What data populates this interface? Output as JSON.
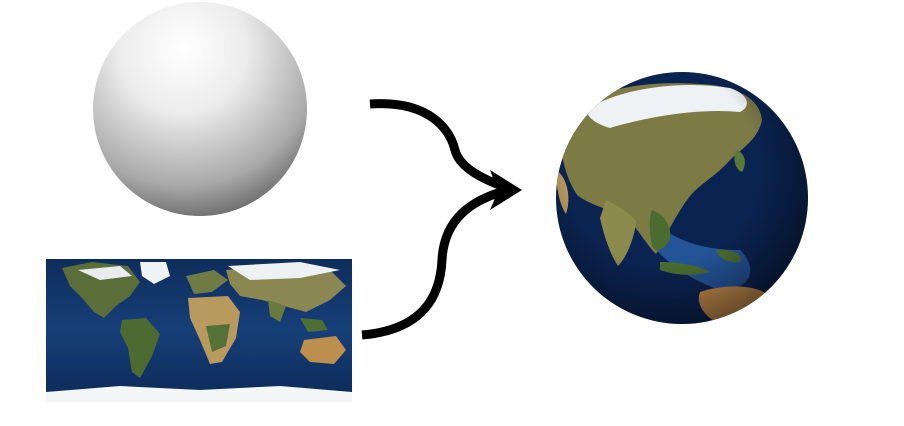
{
  "diagram": {
    "title": "",
    "nodes": [
      {
        "id": "sphere",
        "kind": "shaded-sphere",
        "label": ""
      },
      {
        "id": "map",
        "kind": "equirectangular-earth-map",
        "label": ""
      },
      {
        "id": "globe",
        "kind": "textured-globe",
        "label": ""
      }
    ],
    "edges": [
      {
        "from": "sphere",
        "to": "globe"
      },
      {
        "from": "map",
        "to": "globe"
      }
    ],
    "colors": {
      "background": "#ffffff",
      "arrow": "#000000",
      "ocean_deep": "#0b2350",
      "ocean": "#1b3f7a",
      "land_green": "#4f6a33",
      "land_desert": "#b89a62",
      "ice": "#f2f4f6"
    }
  }
}
